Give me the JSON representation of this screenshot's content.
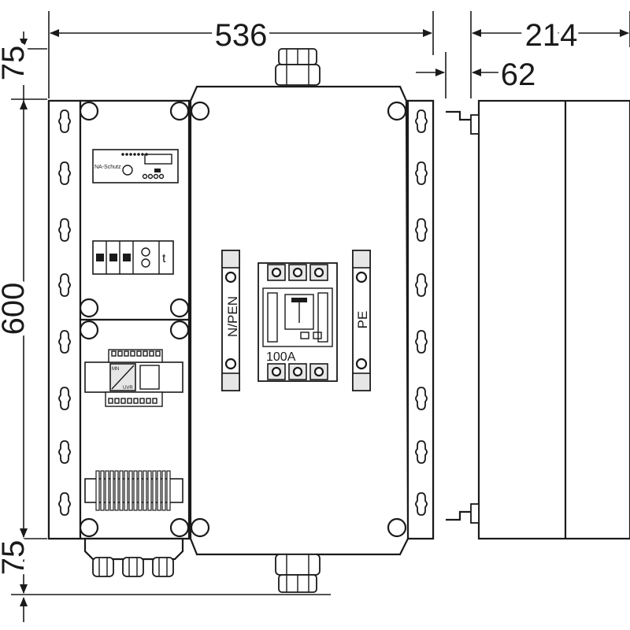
{
  "dimensions": {
    "width_main": "536",
    "width_side": "214",
    "depth_side": "62",
    "height_top": "75",
    "height_main": "600",
    "height_bottom": "75"
  },
  "labels": {
    "na_schutz": "NA-Schutz",
    "timer_t": "t",
    "npen": "N/PEN",
    "pe": "PE",
    "breaker_rating": "100A",
    "module_mn": "MN",
    "module_uvr": "UVR"
  }
}
